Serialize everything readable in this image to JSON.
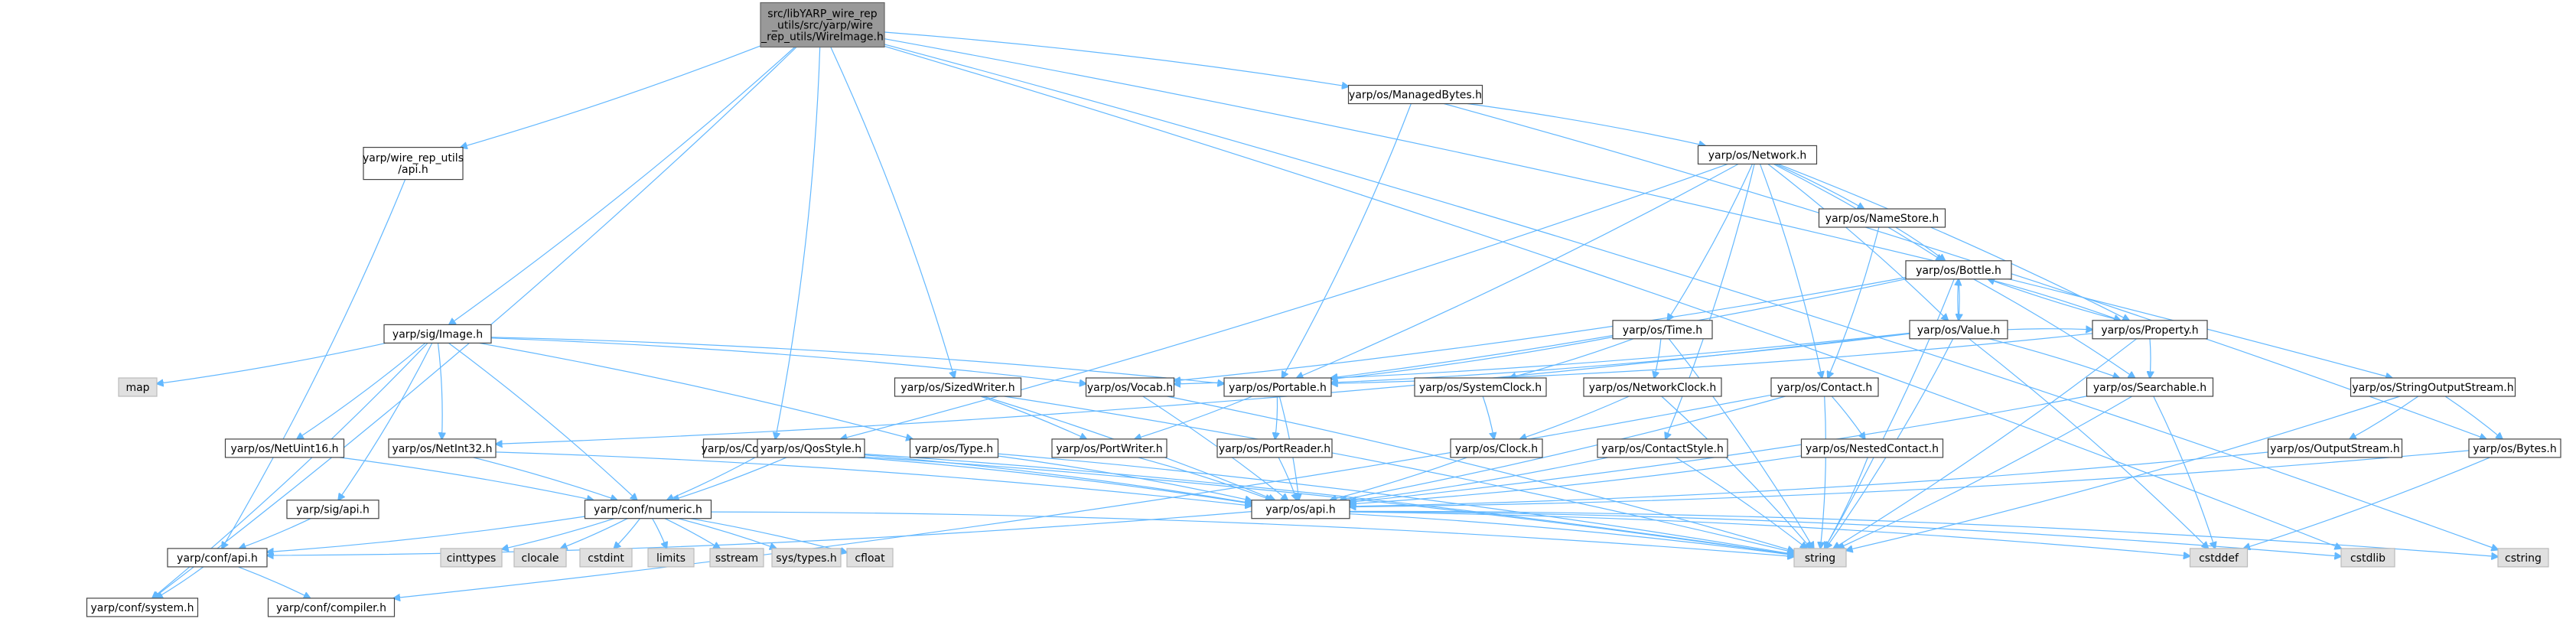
{
  "graph": {
    "title": "src/libYARP_wire_rep_utils/src/yarp/wire_rep_utils/WireImage.h",
    "colors": {
      "edge": "#63b8ff",
      "root_fill": "#999999",
      "system_fill": "#e0e0e0",
      "node_fill": "#ffffff",
      "node_border": "#444444"
    },
    "nodes": [
      {
        "id": "root",
        "lines": [
          "src/libYARP_wire_rep",
          "_utils/src/yarp/wire",
          "_rep_utils/WireImage.h"
        ],
        "kind": "root"
      },
      {
        "id": "wru_api",
        "lines": [
          "yarp/wire_rep_utils",
          "/api.h"
        ],
        "kind": "file"
      },
      {
        "id": "sig_image",
        "lines": [
          "yarp/sig/Image.h"
        ],
        "kind": "file"
      },
      {
        "id": "managedbytes",
        "lines": [
          "yarp/os/ManagedBytes.h"
        ],
        "kind": "file"
      },
      {
        "id": "sizedwriter",
        "lines": [
          "yarp/os/SizedWriter.h"
        ],
        "kind": "file"
      },
      {
        "id": "connwriter",
        "lines": [
          "yarp/os/ConnectionWriter.h"
        ],
        "kind": "file"
      },
      {
        "id": "network",
        "lines": [
          "yarp/os/Network.h"
        ],
        "kind": "file"
      },
      {
        "id": "namestore",
        "lines": [
          "yarp/os/NameStore.h"
        ],
        "kind": "file"
      },
      {
        "id": "bottle",
        "lines": [
          "yarp/os/Bottle.h"
        ],
        "kind": "file"
      },
      {
        "id": "value",
        "lines": [
          "yarp/os/Value.h"
        ],
        "kind": "file"
      },
      {
        "id": "property",
        "lines": [
          "yarp/os/Property.h"
        ],
        "kind": "file"
      },
      {
        "id": "time",
        "lines": [
          "yarp/os/Time.h"
        ],
        "kind": "file"
      },
      {
        "id": "searchable",
        "lines": [
          "yarp/os/Searchable.h"
        ],
        "kind": "file"
      },
      {
        "id": "stringoutputstream",
        "lines": [
          "yarp/os/StringOutputStream.h"
        ],
        "kind": "file"
      },
      {
        "id": "vocab",
        "lines": [
          "yarp/os/Vocab.h"
        ],
        "kind": "file"
      },
      {
        "id": "portable",
        "lines": [
          "yarp/os/Portable.h"
        ],
        "kind": "file"
      },
      {
        "id": "systemclock",
        "lines": [
          "yarp/os/SystemClock.h"
        ],
        "kind": "file"
      },
      {
        "id": "networkclock",
        "lines": [
          "yarp/os/NetworkClock.h"
        ],
        "kind": "file"
      },
      {
        "id": "contact",
        "lines": [
          "yarp/os/Contact.h"
        ],
        "kind": "file"
      },
      {
        "id": "map",
        "lines": [
          "map"
        ],
        "kind": "system"
      },
      {
        "id": "netuint16",
        "lines": [
          "yarp/os/NetUint16.h"
        ],
        "kind": "file"
      },
      {
        "id": "netint32",
        "lines": [
          "yarp/os/NetInt32.h"
        ],
        "kind": "file"
      },
      {
        "id": "qosstyle",
        "lines": [
          "yarp/os/QosStyle.h"
        ],
        "kind": "file"
      },
      {
        "id": "type",
        "lines": [
          "yarp/os/Type.h"
        ],
        "kind": "file"
      },
      {
        "id": "portwriter",
        "lines": [
          "yarp/os/PortWriter.h"
        ],
        "kind": "file"
      },
      {
        "id": "portreader",
        "lines": [
          "yarp/os/PortReader.h"
        ],
        "kind": "file"
      },
      {
        "id": "clock",
        "lines": [
          "yarp/os/Clock.h"
        ],
        "kind": "file"
      },
      {
        "id": "contactstyle",
        "lines": [
          "yarp/os/ContactStyle.h"
        ],
        "kind": "file"
      },
      {
        "id": "nestedcontact",
        "lines": [
          "yarp/os/NestedContact.h"
        ],
        "kind": "file"
      },
      {
        "id": "outputstream",
        "lines": [
          "yarp/os/OutputStream.h"
        ],
        "kind": "file"
      },
      {
        "id": "bytes",
        "lines": [
          "yarp/os/Bytes.h"
        ],
        "kind": "file"
      },
      {
        "id": "sig_api",
        "lines": [
          "yarp/sig/api.h"
        ],
        "kind": "file"
      },
      {
        "id": "numeric",
        "lines": [
          "yarp/conf/numeric.h"
        ],
        "kind": "file"
      },
      {
        "id": "os_api",
        "lines": [
          "yarp/os/api.h"
        ],
        "kind": "file"
      },
      {
        "id": "conf_api",
        "lines": [
          "yarp/conf/api.h"
        ],
        "kind": "file"
      },
      {
        "id": "cinttypes",
        "lines": [
          "cinttypes"
        ],
        "kind": "system"
      },
      {
        "id": "clocale",
        "lines": [
          "clocale"
        ],
        "kind": "system"
      },
      {
        "id": "cstdint",
        "lines": [
          "cstdint"
        ],
        "kind": "system"
      },
      {
        "id": "limits",
        "lines": [
          "limits"
        ],
        "kind": "system"
      },
      {
        "id": "sstream",
        "lines": [
          "sstream"
        ],
        "kind": "system"
      },
      {
        "id": "systypes",
        "lines": [
          "sys/types.h"
        ],
        "kind": "system"
      },
      {
        "id": "cfloat",
        "lines": [
          "cfloat"
        ],
        "kind": "system"
      },
      {
        "id": "string",
        "lines": [
          "string"
        ],
        "kind": "system"
      },
      {
        "id": "cstddef",
        "lines": [
          "cstddef"
        ],
        "kind": "system"
      },
      {
        "id": "cstdlib",
        "lines": [
          "cstdlib"
        ],
        "kind": "system"
      },
      {
        "id": "cstring",
        "lines": [
          "cstring"
        ],
        "kind": "system"
      },
      {
        "id": "conf_compiler",
        "lines": [
          "yarp/conf/compiler.h"
        ],
        "kind": "file"
      },
      {
        "id": "conf_system",
        "lines": [
          "yarp/conf/system.h"
        ],
        "kind": "file"
      }
    ],
    "edges": [
      [
        "root",
        "wru_api"
      ],
      [
        "root",
        "sig_image"
      ],
      [
        "root",
        "managedbytes"
      ],
      [
        "root",
        "sizedwriter"
      ],
      [
        "root",
        "connwriter"
      ],
      [
        "root",
        "stringoutputstream"
      ],
      [
        "root",
        "conf_system"
      ],
      [
        "root",
        "cstdlib"
      ],
      [
        "root",
        "cstring"
      ],
      [
        "wru_api",
        "conf_api"
      ],
      [
        "managedbytes",
        "network"
      ],
      [
        "managedbytes",
        "portable"
      ],
      [
        "managedbytes",
        "bytes"
      ],
      [
        "network",
        "namestore"
      ],
      [
        "network",
        "bottle"
      ],
      [
        "network",
        "value"
      ],
      [
        "network",
        "property"
      ],
      [
        "network",
        "time"
      ],
      [
        "network",
        "portable"
      ],
      [
        "network",
        "contact"
      ],
      [
        "network",
        "contactstyle"
      ],
      [
        "network",
        "qosstyle"
      ],
      [
        "namestore",
        "bottle"
      ],
      [
        "namestore",
        "contact"
      ],
      [
        "bottle",
        "value"
      ],
      [
        "bottle",
        "property"
      ],
      [
        "bottle",
        "searchable"
      ],
      [
        "bottle",
        "vocab"
      ],
      [
        "bottle",
        "portable"
      ],
      [
        "bottle",
        "string"
      ],
      [
        "value",
        "bottle"
      ],
      [
        "value",
        "property"
      ],
      [
        "value",
        "searchable"
      ],
      [
        "value",
        "vocab"
      ],
      [
        "value",
        "portable"
      ],
      [
        "value",
        "string"
      ],
      [
        "value",
        "cstddef"
      ],
      [
        "value",
        "netint32"
      ],
      [
        "property",
        "bottle"
      ],
      [
        "property",
        "searchable"
      ],
      [
        "property",
        "portable"
      ],
      [
        "property",
        "string"
      ],
      [
        "time",
        "systemclock"
      ],
      [
        "time",
        "networkclock"
      ],
      [
        "time",
        "portable"
      ],
      [
        "time",
        "string"
      ],
      [
        "searchable",
        "os_api"
      ],
      [
        "searchable",
        "string"
      ],
      [
        "searchable",
        "cstddef"
      ],
      [
        "stringoutputstream",
        "outputstream"
      ],
      [
        "stringoutputstream",
        "bytes"
      ],
      [
        "stringoutputstream",
        "string"
      ],
      [
        "sig_image",
        "map"
      ],
      [
        "sig_image",
        "netuint16"
      ],
      [
        "sig_image",
        "netint32"
      ],
      [
        "sig_image",
        "vocab"
      ],
      [
        "sig_image",
        "portable"
      ],
      [
        "sig_image",
        "type"
      ],
      [
        "sig_image",
        "sig_api"
      ],
      [
        "sig_image",
        "conf_system"
      ],
      [
        "sig_image",
        "numeric"
      ],
      [
        "sizedwriter",
        "portwriter"
      ],
      [
        "sizedwriter",
        "os_api"
      ],
      [
        "sizedwriter",
        "string"
      ],
      [
        "connwriter",
        "numeric"
      ],
      [
        "connwriter",
        "os_api"
      ],
      [
        "connwriter",
        "string"
      ],
      [
        "vocab",
        "os_api"
      ],
      [
        "vocab",
        "string"
      ],
      [
        "portable",
        "portwriter"
      ],
      [
        "portable",
        "portreader"
      ],
      [
        "portable",
        "os_api"
      ],
      [
        "systemclock",
        "clock"
      ],
      [
        "networkclock",
        "clock"
      ],
      [
        "networkclock",
        "string"
      ],
      [
        "contact",
        "nestedcontact"
      ],
      [
        "contact",
        "os_api"
      ],
      [
        "contact",
        "string"
      ],
      [
        "contact",
        "conf_compiler"
      ],
      [
        "netuint16",
        "numeric"
      ],
      [
        "netint32",
        "numeric"
      ],
      [
        "netint32",
        "os_api"
      ],
      [
        "qosstyle",
        "numeric"
      ],
      [
        "qosstyle",
        "os_api"
      ],
      [
        "qosstyle",
        "string"
      ],
      [
        "type",
        "os_api"
      ],
      [
        "type",
        "string"
      ],
      [
        "portwriter",
        "os_api"
      ],
      [
        "portreader",
        "os_api"
      ],
      [
        "clock",
        "os_api"
      ],
      [
        "contactstyle",
        "os_api"
      ],
      [
        "contactstyle",
        "string"
      ],
      [
        "nestedcontact",
        "os_api"
      ],
      [
        "nestedcontact",
        "string"
      ],
      [
        "outputstream",
        "os_api"
      ],
      [
        "bytes",
        "os_api"
      ],
      [
        "bytes",
        "cstddef"
      ],
      [
        "sig_api",
        "conf_api"
      ],
      [
        "numeric",
        "conf_api"
      ],
      [
        "numeric",
        "cinttypes"
      ],
      [
        "numeric",
        "clocale"
      ],
      [
        "numeric",
        "cstdint"
      ],
      [
        "numeric",
        "limits"
      ],
      [
        "numeric",
        "sstream"
      ],
      [
        "numeric",
        "systypes"
      ],
      [
        "numeric",
        "cfloat"
      ],
      [
        "numeric",
        "string"
      ],
      [
        "os_api",
        "conf_api"
      ],
      [
        "os_api",
        "string"
      ],
      [
        "os_api",
        "cstddef"
      ],
      [
        "os_api",
        "cstdlib"
      ],
      [
        "os_api",
        "cstring"
      ],
      [
        "conf_api",
        "conf_compiler"
      ],
      [
        "conf_api",
        "conf_system"
      ]
    ]
  }
}
